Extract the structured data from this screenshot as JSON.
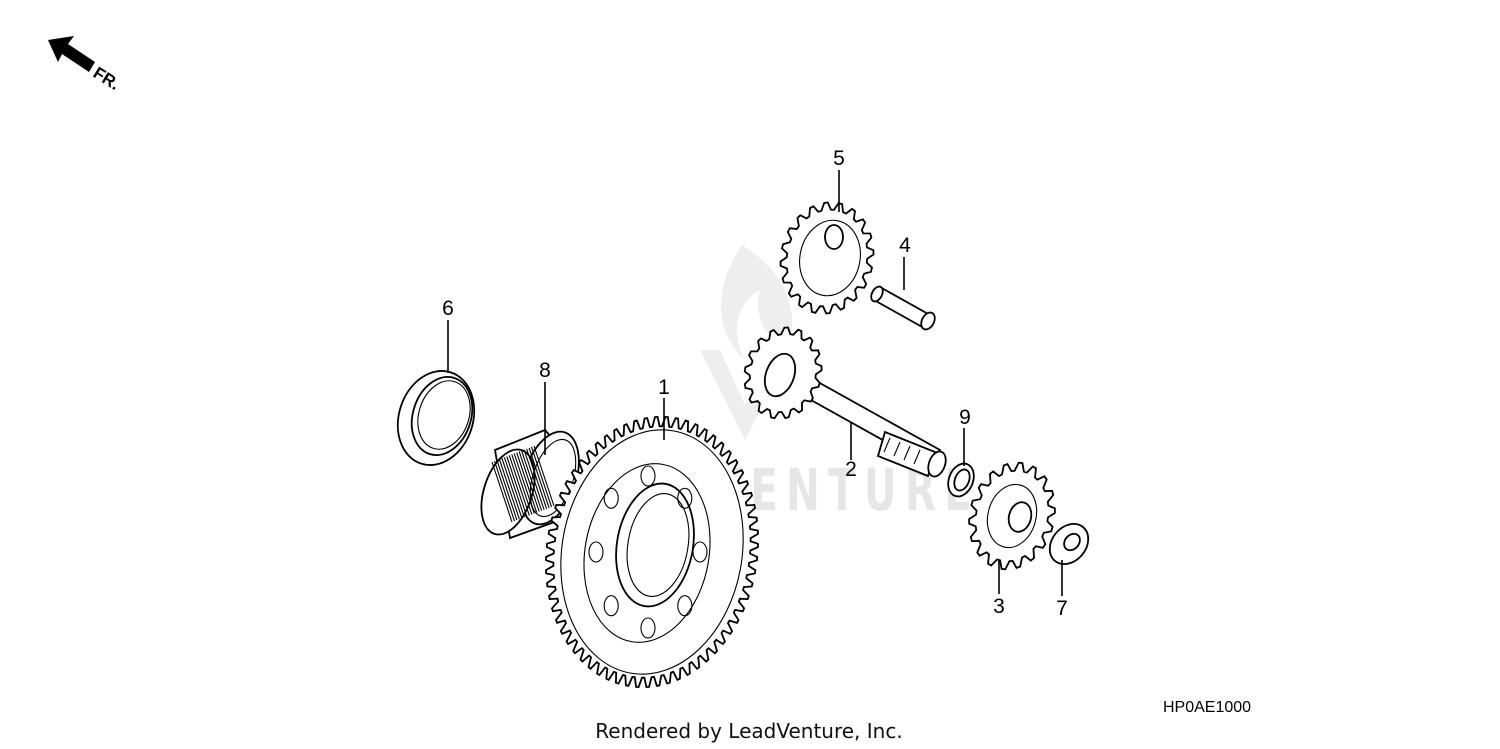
{
  "orientation": {
    "label": "FR."
  },
  "watermark": {
    "text": "LEADVENTURE"
  },
  "callouts": [
    "1",
    "2",
    "3",
    "4",
    "5",
    "6",
    "7",
    "8",
    "9"
  ],
  "diagram_code": "HP0AE1000",
  "credit": "Rendered by LeadVenture, Inc.",
  "icons": {
    "orientation_arrow": "arrow-up-left-icon"
  }
}
